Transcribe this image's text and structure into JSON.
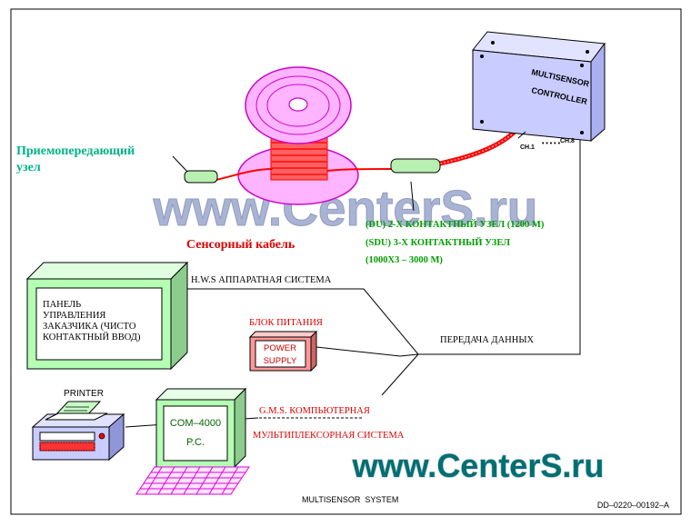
{
  "labels": {
    "transceiver_line1": "Приемопередающий",
    "transceiver_line2": "узел",
    "sensor_cable": "Сенсорный кабель",
    "du_node": "(DU) 2-Х КОНТАКТНЫЙ УЗЕЛ (1200 М)",
    "sdu_node": "(SDU) 3-Х КОНТАКТНЫЙ УЗЕЛ",
    "sdu_range": "(1000X3 – 3000 М)",
    "controller_line1": "MULTISENSOR",
    "controller_line2": "CONTROLLER",
    "channels_start": "CH.1",
    "channels_end": "CH.8",
    "hws_system": "H.W.S АППАРАТНАЯ СИСТЕМА",
    "panel_line1": "ПАНЕЛЬ",
    "panel_line2": "УПРАВЛЕНИЯ",
    "panel_line3": "ЗАКАЗЧИКА (ЧИСТО",
    "panel_line4": "КОНТАКТНЫЙ ВВОД)",
    "power_block": "БЛОК ПИТАНИЯ",
    "power_line1": "POWER",
    "power_line2": "SUPPLY",
    "data_transfer": "ПЕРЕДАЧА ДАННЫХ",
    "printer": "PRINTER",
    "pc_line1": "COM–4000",
    "pc_line2": "P.C.",
    "gms_line1": "G.M.S. КОМПЬЮТЕРНАЯ",
    "gms_line2": "МУЛЬТИПЛЕКСОРНАЯ СИСТЕМА",
    "system_title": "MULTISENSOR  SYSTEM",
    "drawing_number": "DD–0220–00192–A"
  },
  "watermark": {
    "text": "www.CenterS.ru"
  },
  "colors": {
    "frame": "#000000",
    "device_fill": "#c8ccff",
    "spool_fill": "#ffb4ff",
    "spool_stroke": "#cc00cc",
    "cable": "#ff0000",
    "transceiver_text": "#00b386",
    "node_text": "#009e00",
    "red_text": "#dd0000",
    "connector_fill": "#b7f0b0",
    "panel_fill": "#b4ffb4",
    "power_fill": "#ff9999",
    "keyboard": "#dd00dd",
    "watermark_blue": "#9ba6cc",
    "watermark_teal": "#006f6f"
  }
}
